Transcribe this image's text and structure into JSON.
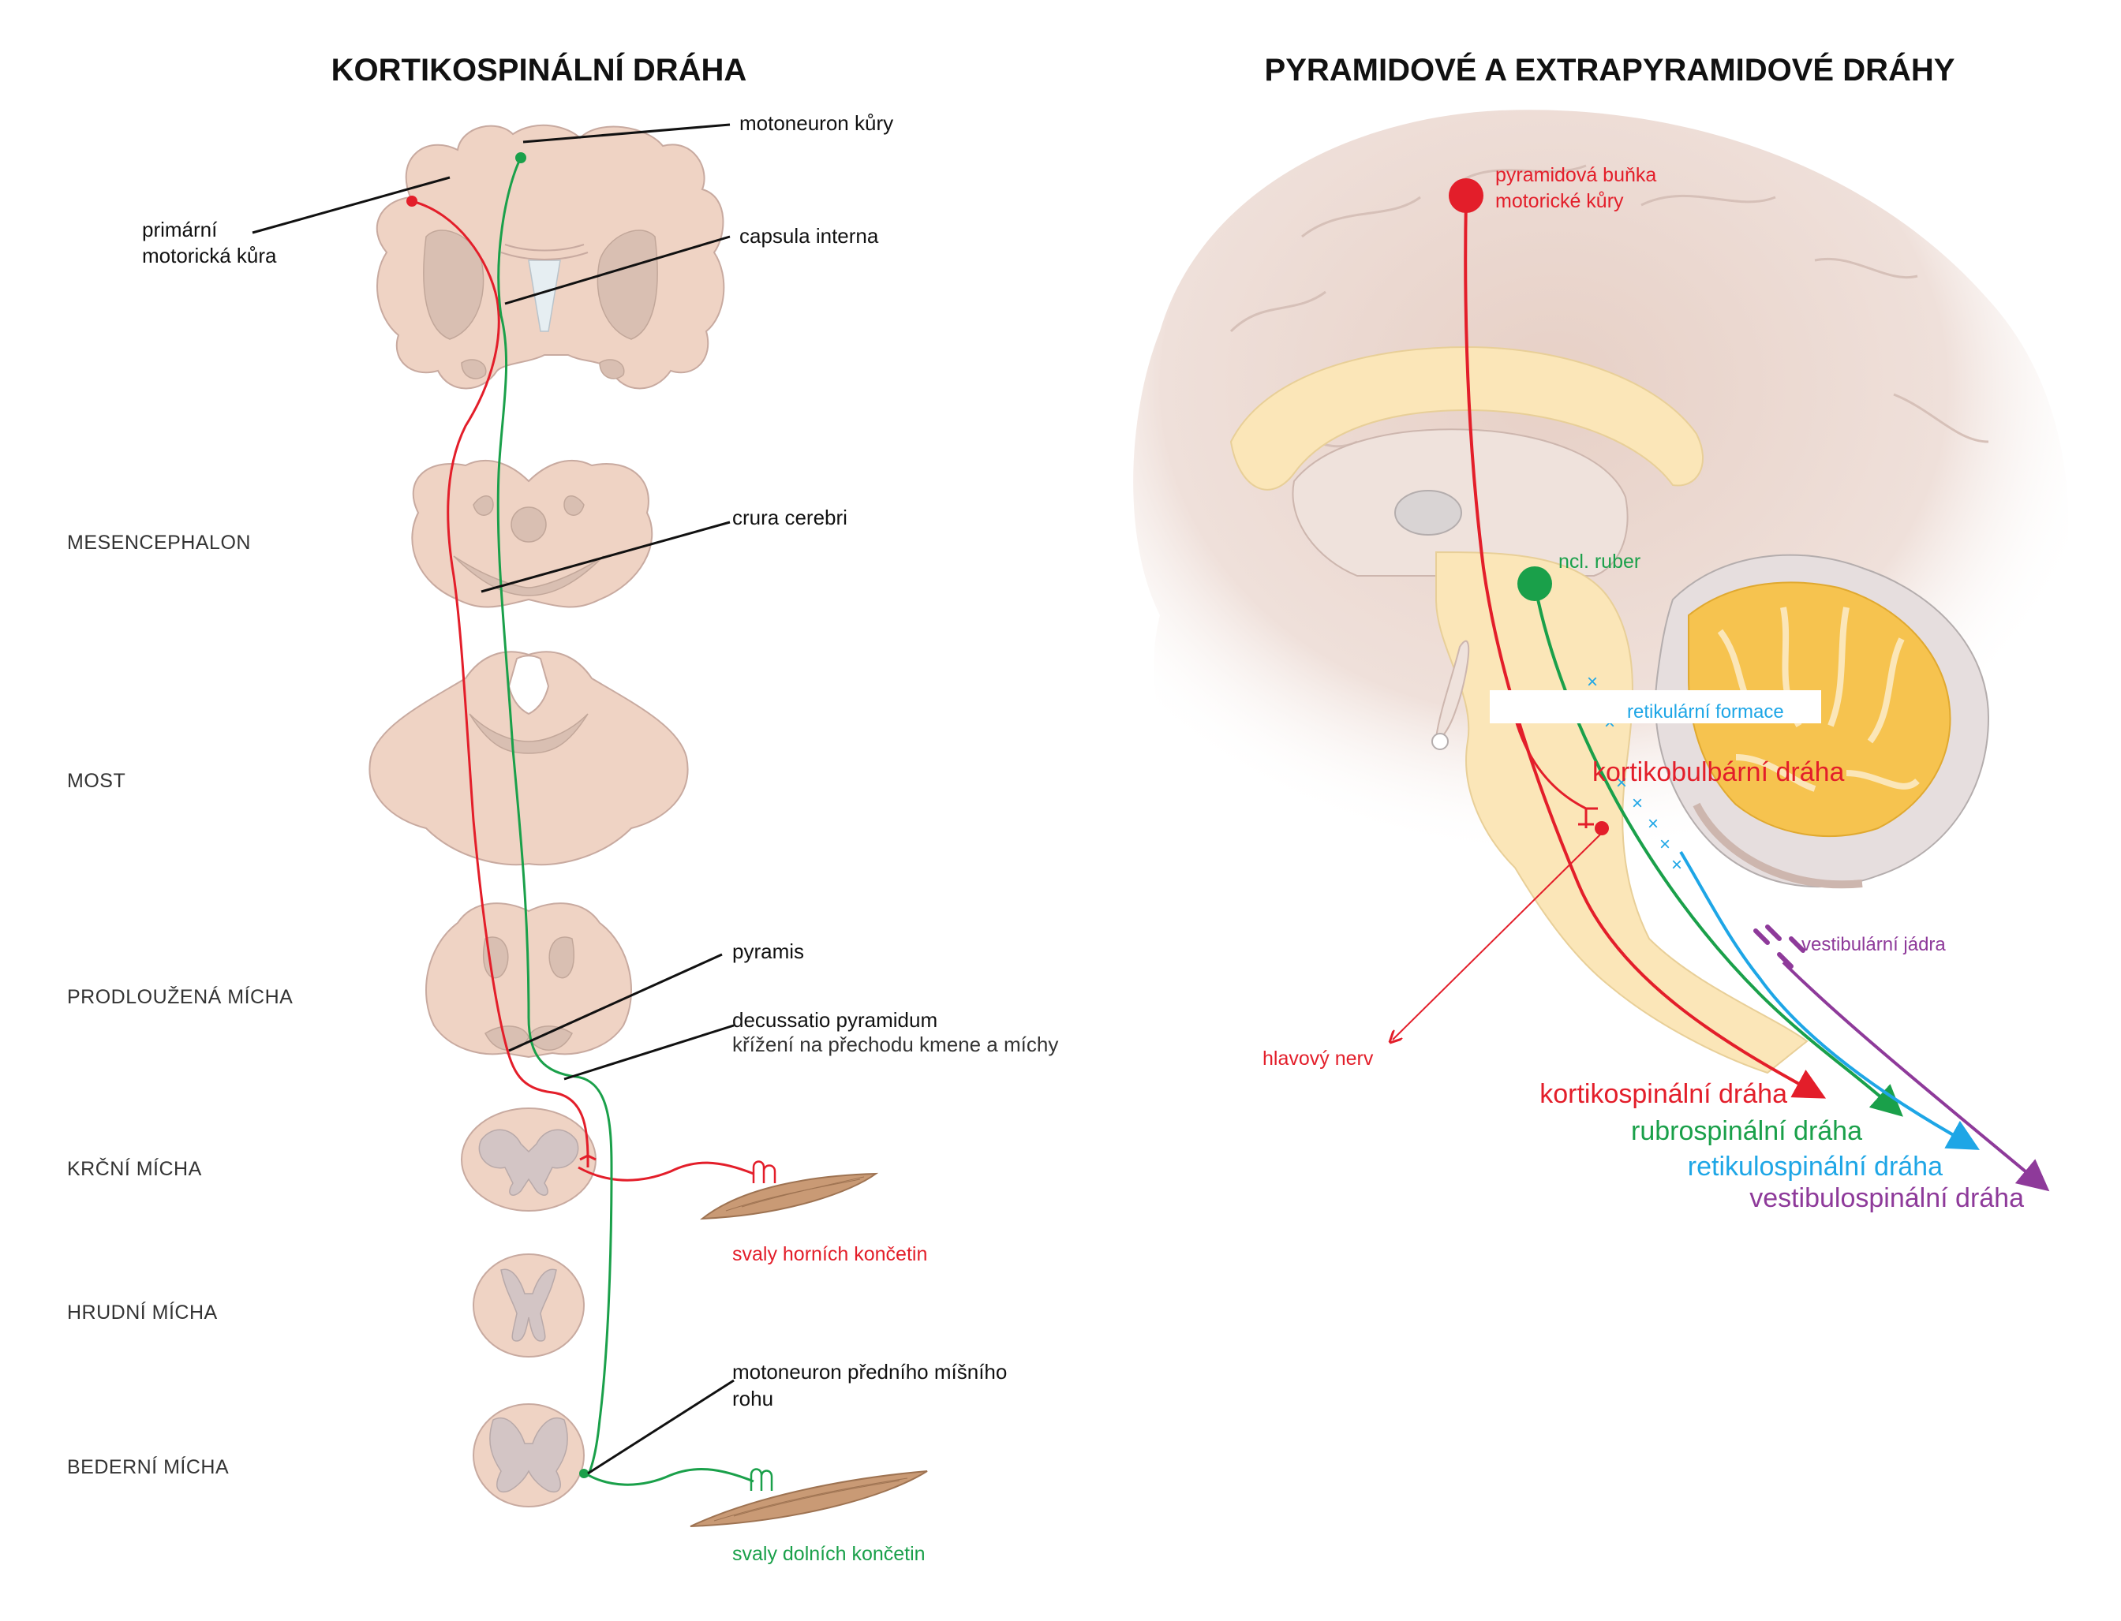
{
  "left_panel": {
    "title": "KORTIKOSPINÁLNÍ DRÁHA",
    "levels": [
      "MESENCEPHALON",
      "MOST",
      "PRODLOUŽENÁ MÍCHA",
      "KRČNÍ MÍCHA",
      "HRUDNÍ MÍCHA",
      "BEDERNÍ MÍCHA"
    ],
    "labels": {
      "primary_cortex_line1": "primární",
      "primary_cortex_line2": "motorická kůra",
      "cortex_motoneuron": "motoneuron kůry",
      "capsula_interna": "capsula interna",
      "crura_cerebri": "crura cerebri",
      "pyramis": "pyramis",
      "decussatio": "decussatio pyramidum",
      "decussatio_sub": "křížení na přechodu kmene a míchy",
      "anterior_horn_line1": "motoneuron předního míšního",
      "anterior_horn_line2": "rohu",
      "upper_limb_muscles": "svaly horních končetin",
      "lower_limb_muscles": "svaly dolních končetin"
    }
  },
  "right_panel": {
    "title": "PYRAMIDOVÉ A EXTRAPYRAMIDOVÉ DRÁHY",
    "labels": {
      "pyramidal_cell_line1": "pyramidová buňka",
      "pyramidal_cell_line2": "motorické kůry",
      "ncl_ruber": "ncl. ruber",
      "reticular_formation": "retikulární formace",
      "corticobulbar": "kortikobulbární dráha",
      "vestibular_nuclei": "vestibulární jádra",
      "cranial_nerve": "hlavový nerv"
    },
    "tracts": [
      {
        "name": "kortikospinální dráha",
        "color": "#e31e2a"
      },
      {
        "name": "rubrospinální dráha",
        "color": "#1aa04a"
      },
      {
        "name": "retikulospinální dráha",
        "color": "#1ea6e6"
      },
      {
        "name": "vestibulospinální dráha",
        "color": "#8e3a9a"
      }
    ]
  },
  "colors": {
    "red": "#e31e2a",
    "green": "#1aa04a",
    "blue": "#1ea6e6",
    "purple": "#8e3a9a",
    "tissue": "#efd3c4",
    "brainstem": "#fbe6b8",
    "cerebellum": "#f6c34f"
  }
}
